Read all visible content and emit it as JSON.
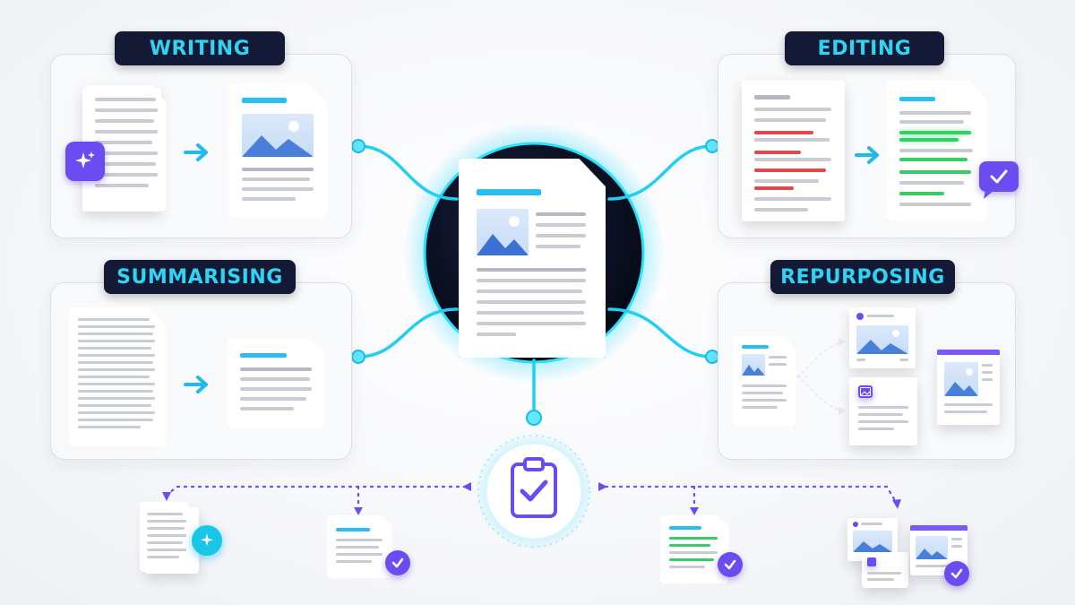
{
  "tags": {
    "writing": "WRITING",
    "editing": "EDITING",
    "summarising": "SUMMARISING",
    "repurposing": "REPURPOSING"
  },
  "icons": {
    "ai_sparkle": "sparkle-icon",
    "arrow": "arrow-right-icon",
    "chat_check": "chat-check-icon",
    "clipboard": "clipboard-check-icon",
    "checkmark": "checkmark-icon",
    "image": "image-icon"
  },
  "colors": {
    "accent_cyan": "#2fd4f5",
    "connector_cyan": "#1fd0f2",
    "accent_purple": "#6a4cf0",
    "tag_background": "#141a35",
    "edit_red": "#e5474f",
    "edit_green": "#38cc68"
  }
}
